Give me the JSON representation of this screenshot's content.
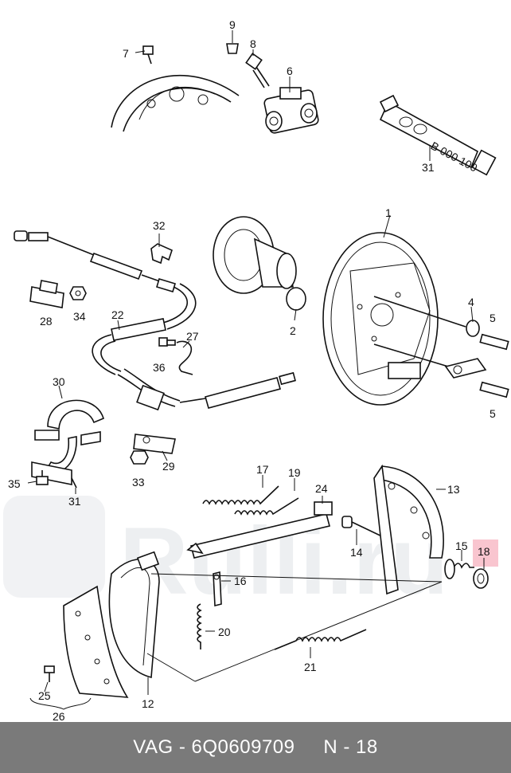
{
  "callouts": [
    {
      "id": "c1",
      "label": "1"
    },
    {
      "id": "c2",
      "label": "2"
    },
    {
      "id": "c4",
      "label": "4"
    },
    {
      "id": "c5a",
      "label": "5"
    },
    {
      "id": "c5b",
      "label": "5"
    },
    {
      "id": "c6",
      "label": "6"
    },
    {
      "id": "c7",
      "label": "7"
    },
    {
      "id": "c8",
      "label": "8"
    },
    {
      "id": "c9",
      "label": "9"
    },
    {
      "id": "c12",
      "label": "12"
    },
    {
      "id": "c13",
      "label": "13"
    },
    {
      "id": "c14",
      "label": "14"
    },
    {
      "id": "c15",
      "label": "15"
    },
    {
      "id": "c16",
      "label": "16"
    },
    {
      "id": "c17",
      "label": "17"
    },
    {
      "id": "c18",
      "label": "18"
    },
    {
      "id": "c19",
      "label": "19"
    },
    {
      "id": "c20",
      "label": "20"
    },
    {
      "id": "c21",
      "label": "21"
    },
    {
      "id": "c22",
      "label": "22"
    },
    {
      "id": "c24",
      "label": "24"
    },
    {
      "id": "c25",
      "label": "25"
    },
    {
      "id": "c26",
      "label": "26"
    },
    {
      "id": "c27",
      "label": "27"
    },
    {
      "id": "c28",
      "label": "28"
    },
    {
      "id": "c29",
      "label": "29"
    },
    {
      "id": "c30",
      "label": "30"
    },
    {
      "id": "c31a",
      "label": "31"
    },
    {
      "id": "c31b",
      "label": "31"
    },
    {
      "id": "c32",
      "label": "32"
    },
    {
      "id": "c33",
      "label": "33"
    },
    {
      "id": "c34",
      "label": "34"
    },
    {
      "id": "c35",
      "label": "35"
    },
    {
      "id": "c36",
      "label": "36"
    }
  ],
  "tube_marking": "B 000 100",
  "highlighted_part": "18",
  "colors": {
    "highlight": "#f7b7c3",
    "footer_bg": "#7a7a7a",
    "footer_text": "#ffffff"
  },
  "watermark": "Rulli.ru",
  "footer": {
    "brand": "VAG",
    "part_number": "6Q0609709",
    "page_ref": "N - 18"
  }
}
